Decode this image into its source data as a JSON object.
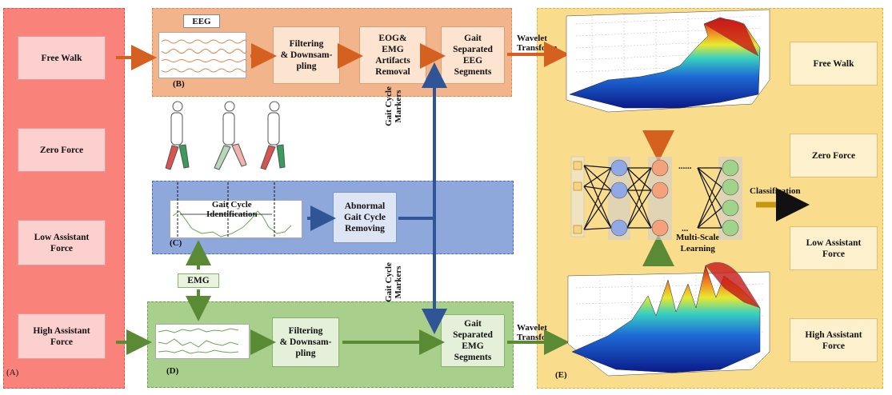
{
  "panel_a": {
    "label": "(A)",
    "conditions": [
      "Free Walk",
      "Zero Force",
      "Low Assistant\nForce",
      "High Assistant\nForce"
    ]
  },
  "panel_b": {
    "label": "(B)",
    "signal_label": "EEG",
    "steps": [
      "Filtering\n& Downsam-\npling",
      "EOG&\nEMG\nArtifacts\nRemoval",
      "Gait\nSeparated\nEEG\nSegments"
    ]
  },
  "panel_c": {
    "label": "(C)",
    "annotation": "Gait Cycle\nIdentification",
    "steps": [
      "Abnormal\nGait Cycle\nRemoving"
    ]
  },
  "panel_d": {
    "label": "(D)",
    "signal_label": "EMG",
    "steps": [
      "Filtering\n& Downsam-\npling",
      "Gait\nSeparated\nEMG\nSegments"
    ]
  },
  "panel_e": {
    "label": "(E)",
    "network_ellipsis_top": "......",
    "network_ellipsis_bottom": "...",
    "network_label": "Multi-Scale\nLearning",
    "output_label": "Classification",
    "classes": [
      "Free Walk",
      "Zero Force",
      "Low Assistant\nForce",
      "High Assistant\nForce"
    ]
  },
  "arrows": {
    "wavelet_top": "Wavelet\nTransform",
    "wavelet_bottom": "Wavelet\nTransform",
    "gait_markers_top": "Gait Cycle\nMarkers",
    "gait_markers_bottom": "Gait Cycle\nMarkers"
  },
  "colors": {
    "panel_a_fill": "#f9837a",
    "panel_b_fill": "#f2b48a",
    "panel_c_fill": "#8fa8dc",
    "panel_d_fill": "#a9cf8c",
    "panel_e_fill": "#f9dc8c",
    "orange_arrow": "#d4611f",
    "green_arrow": "#5b8a35",
    "blue_arrow": "#2f5597",
    "gold_arrow": "#c8960c"
  }
}
